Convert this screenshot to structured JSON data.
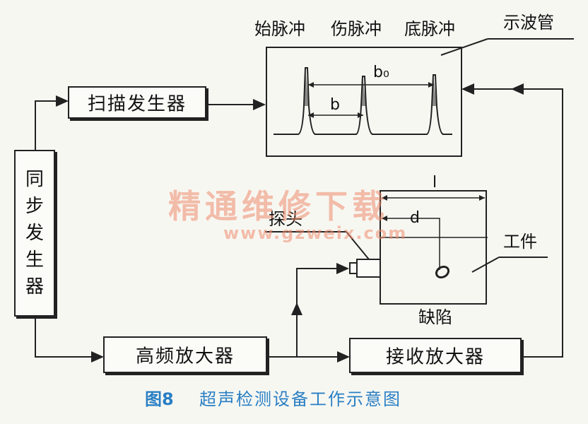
{
  "labels": {
    "start_pulse": "始脉冲",
    "flaw_pulse": "伤脉冲",
    "bottom_pulse": "底脉冲",
    "oscilloscope": "示波管",
    "b0": "b₀",
    "b": "b",
    "l": "l",
    "d": "d",
    "probe": "探头",
    "workpiece": "工件",
    "defect": "缺陷"
  },
  "blocks": {
    "scan_generator": "扫描发生器",
    "sync_generator": [
      "同",
      "步",
      "发",
      "生",
      "器"
    ],
    "hf_amplifier": "高频放大器",
    "receive_amplifier": "接收放大器"
  },
  "watermark": {
    "title": "精通维修下载",
    "url": "www.gzweix.com"
  },
  "caption": {
    "number": "图8",
    "title": "超声检测设备工作示意图"
  },
  "colors": {
    "line": "#222222",
    "caption": "#2a7fc4",
    "watermark": "#ee8c6e"
  }
}
